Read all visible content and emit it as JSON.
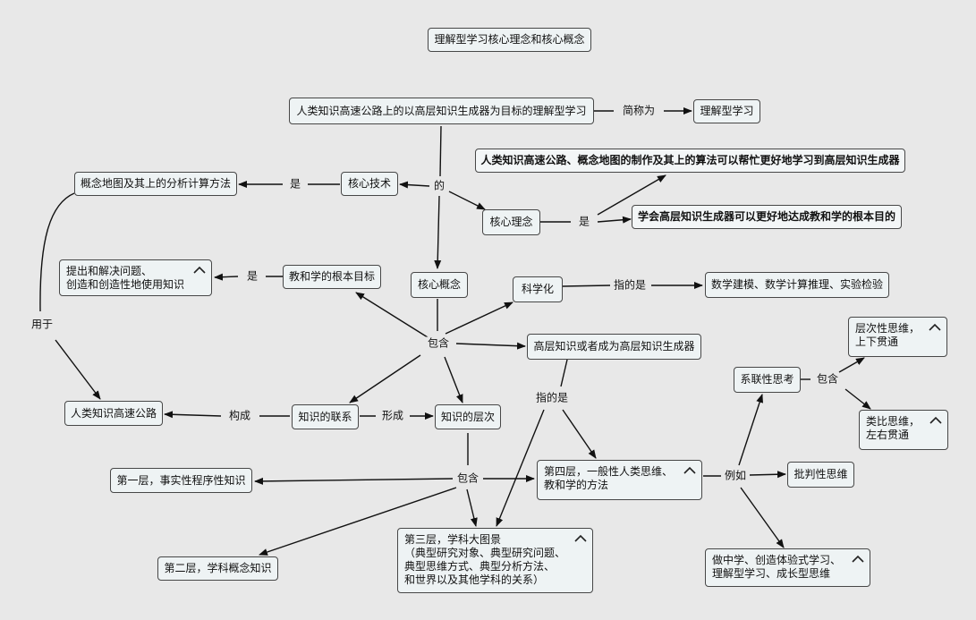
{
  "title": "理解型学习核心理念和核心概念",
  "nodes": {
    "main": "人类知识高速公路上的以高层知识生成器为目标的理解型学习",
    "short": "理解型学习",
    "concept_map": "概念地图及其上的分析计算方法",
    "core_tech": "核心技术",
    "core_idea": "核心理念",
    "idea1": "人类知识高速公路、概念地图的制作及其上的算法可以帮忙更好地学习到高层知识生成器",
    "idea2": "学会高层知识生成器可以更好地达成教和学的根本目的",
    "pose_solve": "提出和解决问题、\n创造和创造性地使用知识",
    "teach_goal": "教和学的根本目标",
    "core_concept": "核心概念",
    "scientific": "科学化",
    "math_model": "数学建模、数学计算推理、实验检验",
    "high_gen": "高层知识或者成为高层知识生成器",
    "highway": "人类知识高速公路",
    "links": "知识的联系",
    "levels": "知识的层次",
    "layer1": "第一层，事实性程序性知识",
    "layer2": "第二层，学科概念知识",
    "layer3": "第三层，学科大图景\n（典型研究对象、典型研究问题、\n典型思维方式、典型分析方法、\n和世界以及其他学科的关系）",
    "layer4": "第四层，一般性人类思维、\n教和学的方法",
    "systems": "系联性思考",
    "hier": "层次性思维，\n上下贯通",
    "analog": "类比思维，\n左右贯通",
    "critical": "批判性思维",
    "learn_do": "做中学、创造体验式学习、\n理解型学习、成长型思维"
  },
  "labels": {
    "abbrev": "简称为",
    "of": "的",
    "is1": "是",
    "is2": "是",
    "is3": "是",
    "contains1": "包含",
    "refers1": "指的是",
    "refers2": "指的是",
    "used_for": "用于",
    "constitutes": "构成",
    "forms": "形成",
    "contains2": "包含",
    "contains3": "包含",
    "example": "例如"
  },
  "colors": {
    "background": "#e8e8e8",
    "node_fill": "#eef3f4",
    "node_border": "#474747",
    "edge": "#111111"
  },
  "icons": {
    "collapse": "chevron-up-icon"
  }
}
